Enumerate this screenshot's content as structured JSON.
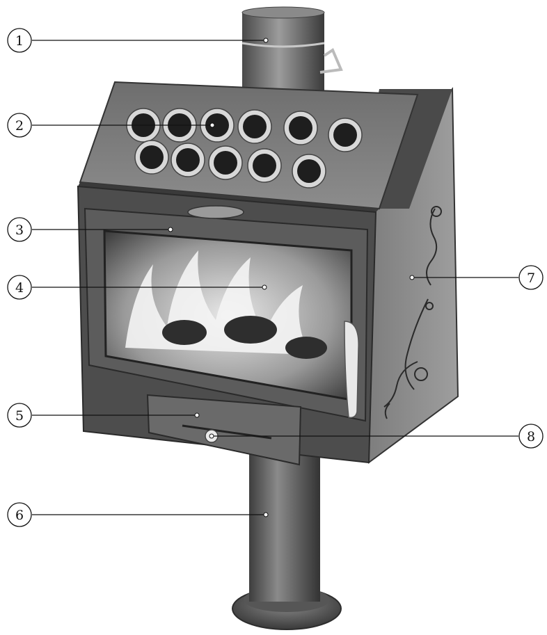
{
  "diagram": {
    "callouts": [
      {
        "id": "1",
        "label": "1",
        "part": "chimney-pipe"
      },
      {
        "id": "2",
        "label": "2",
        "part": "heat-exchanger-tubes"
      },
      {
        "id": "3",
        "label": "3",
        "part": "firebox-door-frame"
      },
      {
        "id": "4",
        "label": "4",
        "part": "door-glass"
      },
      {
        "id": "5",
        "label": "5",
        "part": "ash-drawer"
      },
      {
        "id": "6",
        "label": "6",
        "part": "pedestal-leg"
      },
      {
        "id": "7",
        "label": "7",
        "part": "side-panel"
      },
      {
        "id": "8",
        "label": "8",
        "part": "ash-drawer-handle"
      }
    ]
  },
  "colors": {
    "metal_dark": "#3d3d3d",
    "metal_mid": "#5a5a5a",
    "metal_light": "#9a9a9a",
    "flame_light": "#f2f2f2",
    "background": "#ffffff"
  }
}
